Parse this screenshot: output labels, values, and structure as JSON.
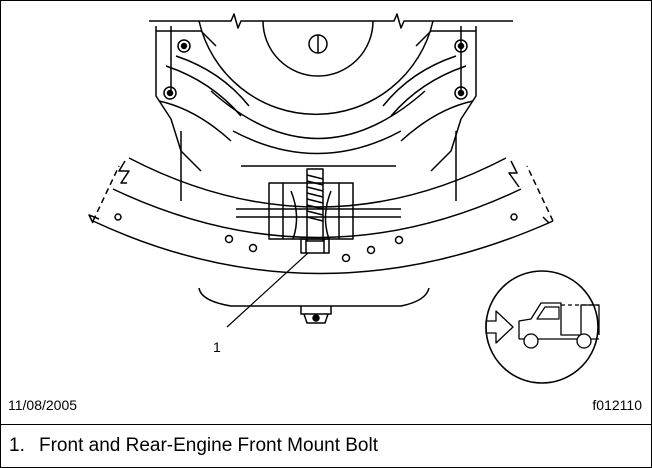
{
  "figure": {
    "callout_number": "1",
    "date": "11/08/2005",
    "figure_id": "f012110"
  },
  "caption": {
    "number": "1.",
    "text": "Front and Rear-Engine Front Mount Bolt"
  },
  "icons": {
    "orientation": "vehicle-front-direction-icon"
  }
}
